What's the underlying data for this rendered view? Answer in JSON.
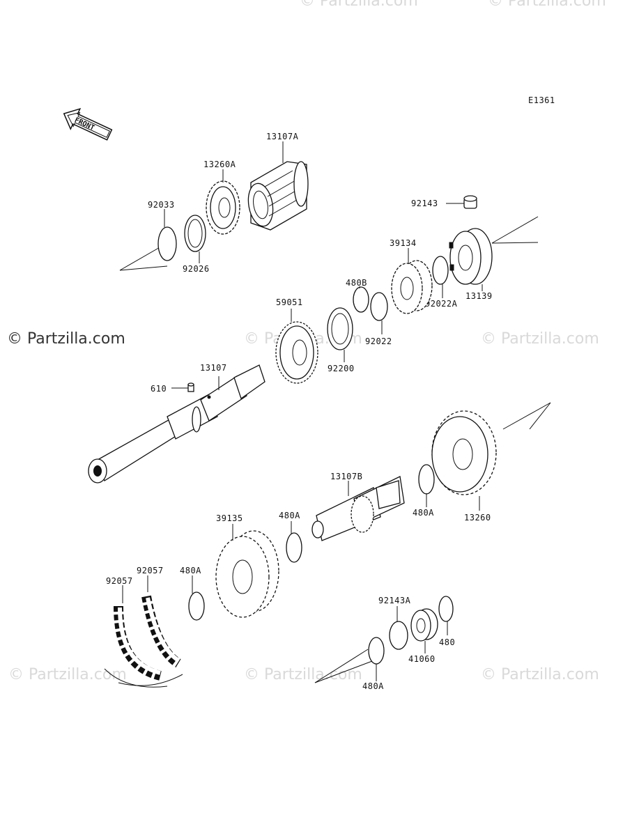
{
  "diagram": {
    "code": "E1361",
    "front_label": "FRONT",
    "watermark_main": "© Partzilla.com",
    "watermark": "© Partzilla.com",
    "parts": [
      {
        "id": "p-13107A",
        "label": "13107A"
      },
      {
        "id": "p-13260A",
        "label": "13260A"
      },
      {
        "id": "p-92033",
        "label": "92033"
      },
      {
        "id": "p-92026",
        "label": "92026"
      },
      {
        "id": "p-92143",
        "label": "92143"
      },
      {
        "id": "p-39134",
        "label": "39134"
      },
      {
        "id": "p-13139",
        "label": "13139"
      },
      {
        "id": "p-92022A",
        "label": "92022A"
      },
      {
        "id": "p-480B",
        "label": "480B"
      },
      {
        "id": "p-92022",
        "label": "92022"
      },
      {
        "id": "p-59051",
        "label": "59051"
      },
      {
        "id": "p-92200",
        "label": "92200"
      },
      {
        "id": "p-13107",
        "label": "13107"
      },
      {
        "id": "p-610",
        "label": "610"
      },
      {
        "id": "p-13107B",
        "label": "13107B"
      },
      {
        "id": "p-480A-1",
        "label": "480A"
      },
      {
        "id": "p-13260",
        "label": "13260"
      },
      {
        "id": "p-39135",
        "label": "39135"
      },
      {
        "id": "p-480A-2",
        "label": "480A"
      },
      {
        "id": "p-92057-1",
        "label": "92057"
      },
      {
        "id": "p-92057-2",
        "label": "92057"
      },
      {
        "id": "p-480A-3",
        "label": "480A"
      },
      {
        "id": "p-92143A",
        "label": "92143A"
      },
      {
        "id": "p-480",
        "label": "480"
      },
      {
        "id": "p-41060",
        "label": "41060"
      },
      {
        "id": "p-480A-4",
        "label": "480A"
      }
    ]
  }
}
